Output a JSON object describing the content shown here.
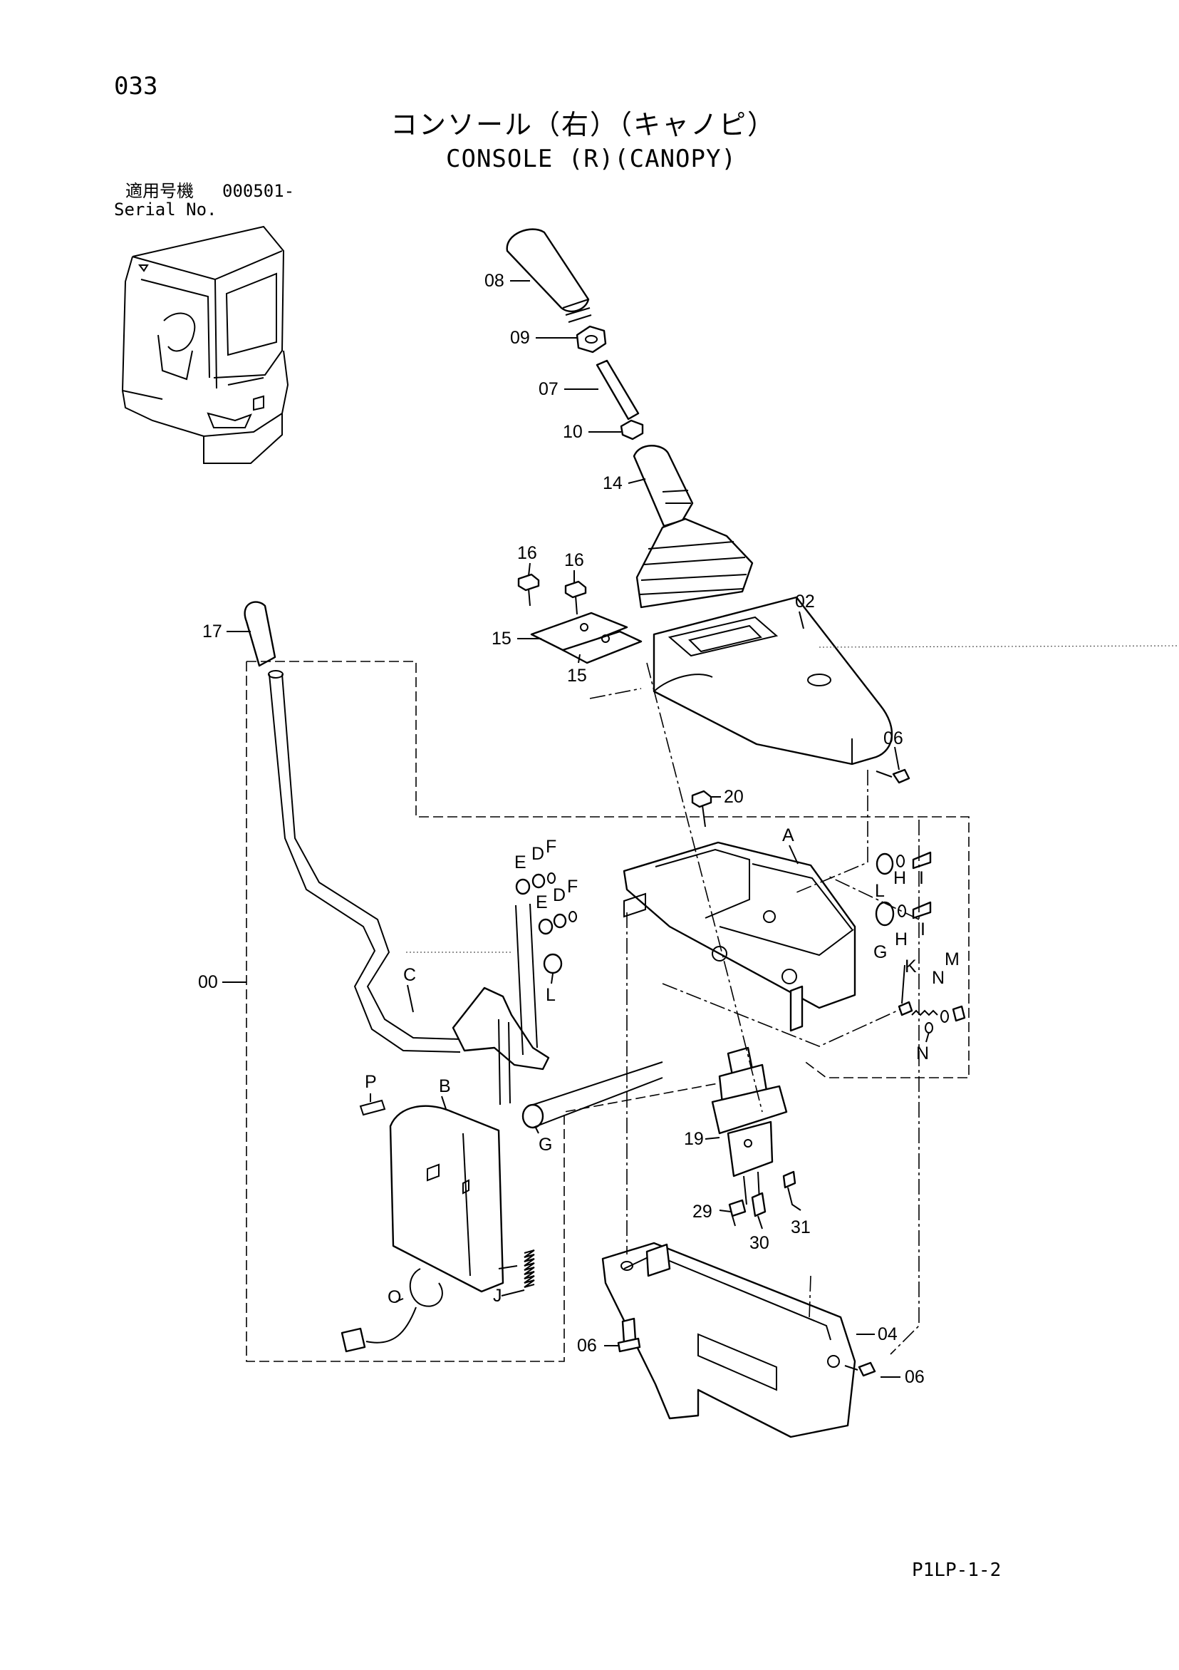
{
  "page_number": "033",
  "title_jp": "コンソール（右）（キャノピ）",
  "title_en": "CONSOLE (R)(CANOPY)",
  "serial": {
    "label_jp": "適用号機",
    "value": "000501-",
    "label_en": "Serial No."
  },
  "catalog_code": "P1LP-1-2",
  "callouts": {
    "c08": "08",
    "c09": "09",
    "c07": "07",
    "c10": "10",
    "c14": "14",
    "c16a": "16",
    "c16b": "16",
    "c15a": "15",
    "c15b": "15",
    "c02": "02",
    "c17": "17",
    "c06a": "06",
    "c20": "20",
    "cA": "A",
    "cE1": "E",
    "cD1": "D",
    "cF1": "F",
    "cE2": "E",
    "cD2": "D",
    "cF2": "F",
    "cL1": "L",
    "cH1": "H",
    "cI1": "I",
    "cG1": "G",
    "cH2": "H",
    "cI2": "I",
    "cC": "C",
    "cL2": "L",
    "c00": "00",
    "cK": "K",
    "cN1": "N",
    "cM": "M",
    "cN2": "N",
    "cP": "P",
    "cB": "B",
    "cG2": "G",
    "c19": "19",
    "c29": "29",
    "c31": "31",
    "c30": "30",
    "cO": "O",
    "cJ": "J",
    "c06b": "06",
    "c04": "04",
    "c06c": "06"
  }
}
